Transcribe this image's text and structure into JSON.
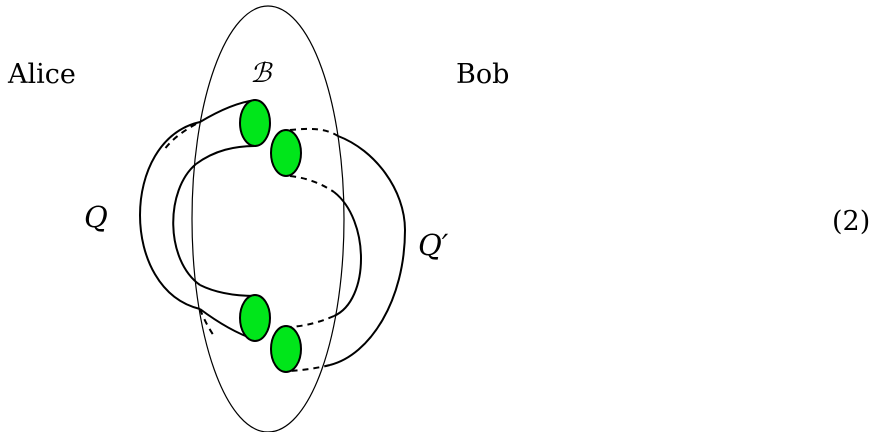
{
  "labels": {
    "alice": "Alice",
    "bob": "Bob",
    "region": "ℬ",
    "q": "Q",
    "q_prime": "Q′",
    "equation_number": "(2)"
  },
  "colors": {
    "disc_fill": "#00e61a",
    "stroke": "#000000",
    "background": "#ffffff"
  }
}
